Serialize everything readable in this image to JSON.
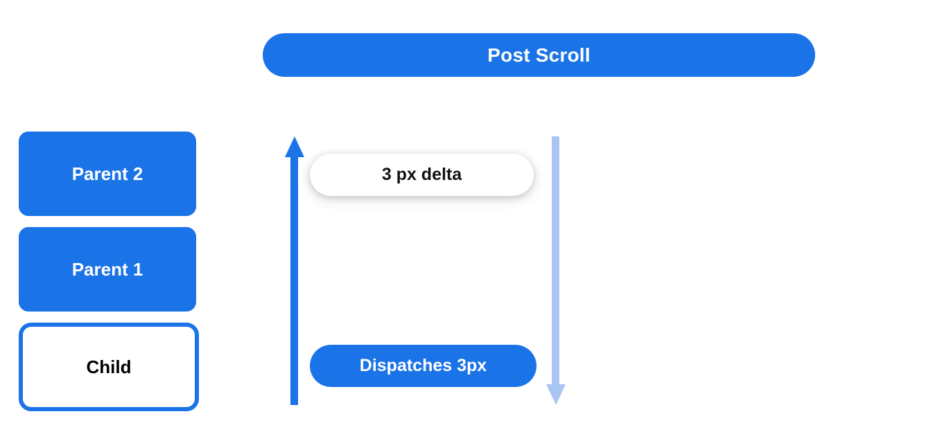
{
  "title": {
    "label": "Post Scroll"
  },
  "boxes": [
    {
      "label": "Parent 2",
      "style": "filled"
    },
    {
      "label": "Parent 1",
      "style": "filled"
    },
    {
      "label": "Child",
      "style": "outlined"
    }
  ],
  "pills": {
    "delta": "3 px delta",
    "dispatch": "Dispatches 3px"
  },
  "arrows": {
    "up": {
      "name": "arrow-up-icon",
      "direction": "up",
      "color": "#1b73e8"
    },
    "down": {
      "name": "arrow-down-icon",
      "direction": "down",
      "color": "#a9c6f2"
    }
  },
  "colors": {
    "brand_blue": "#1b73e8",
    "light_blue": "#a9c6f2",
    "white": "#ffffff",
    "text_dark": "#111111"
  }
}
